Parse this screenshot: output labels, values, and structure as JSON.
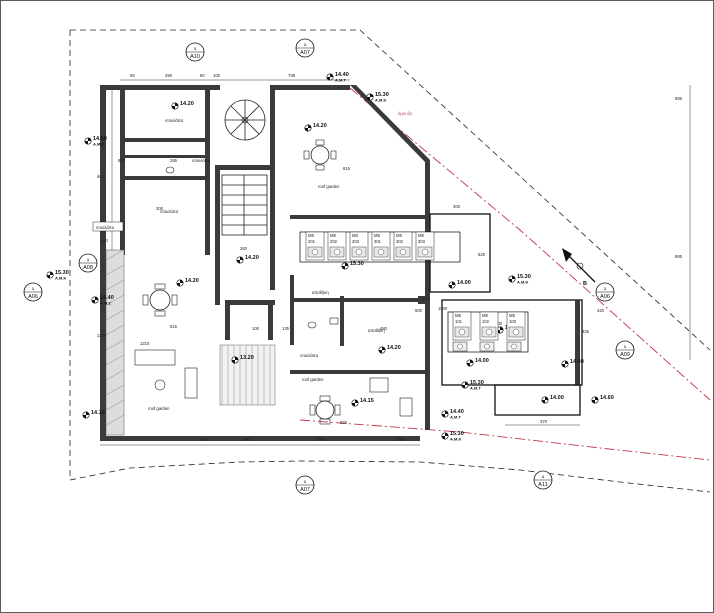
{
  "section_markers": [
    {
      "id": "A10",
      "num": "1"
    },
    {
      "id": "A07",
      "num": "1"
    },
    {
      "id": "A08",
      "num": "1"
    },
    {
      "id": "A06",
      "num": "1"
    },
    {
      "id": "A06",
      "num": "1"
    },
    {
      "id": "A09",
      "num": "1"
    },
    {
      "id": "A07",
      "num": "1"
    },
    {
      "id": "A11",
      "num": "1"
    }
  ],
  "levels": [
    {
      "value": "14.20",
      "sub": ""
    },
    {
      "value": "14.20",
      "sub": ""
    },
    {
      "value": "14.20",
      "sub": ""
    },
    {
      "value": "14.20",
      "sub": ""
    },
    {
      "value": "14.20",
      "sub": ""
    },
    {
      "value": "14.40",
      "sub": "A.M.T"
    },
    {
      "value": "15.30",
      "sub": "A.M.K"
    },
    {
      "value": "14.50",
      "sub": "A.M.Z"
    },
    {
      "value": "15.30",
      "sub": "A.M.K"
    },
    {
      "value": "14.40",
      "sub": "A.M.Z"
    },
    {
      "value": "13.20",
      "sub": ""
    },
    {
      "value": "14.10",
      "sub": ""
    },
    {
      "value": "15.30",
      "sub": ""
    },
    {
      "value": "15.30",
      "sub": "A.M.K"
    },
    {
      "value": "14.00",
      "sub": ""
    },
    {
      "value": "14.00",
      "sub": ""
    },
    {
      "value": "14.00",
      "sub": ""
    },
    {
      "value": "14.40",
      "sub": ""
    },
    {
      "value": "15.30",
      "sub": "A.M.T"
    },
    {
      "value": "14.00",
      "sub": ""
    },
    {
      "value": "14.60",
      "sub": ""
    },
    {
      "value": "14.40",
      "sub": "A.M.T"
    },
    {
      "value": "15.30",
      "sub": "A.M.K"
    },
    {
      "value": "14.15",
      "sub": ""
    }
  ],
  "room_labels": [
    "roof garden",
    "roof garden",
    "roof garden",
    "ντουλάπα",
    "ντουλάπα",
    "ντουλάπα",
    "αποθήκη",
    "ντουλάπα",
    "αποθήκη",
    "duct",
    "duct",
    "duct"
  ],
  "dimensions": [
    "65",
    "290",
    "60",
    "105",
    "738",
    "820",
    "295",
    "300",
    "815",
    "260",
    "515",
    "100",
    "135",
    "480",
    "1210",
    "190",
    "260",
    "985",
    "1035",
    "500",
    "625",
    "825",
    "300",
    "600",
    "370",
    "1000",
    "885",
    "885",
    "420",
    "835",
    "1120"
  ],
  "unit_tags": [
    "101",
    "102",
    "103",
    "201",
    "202",
    "203",
    "301",
    "302",
    "303",
    "101",
    "102",
    "103"
  ],
  "panel_titles": [
    "ΜΕ",
    "ΜΕ",
    "ΜΕ",
    "ΜΕ",
    "ΜΕ",
    "ΜΕ",
    "ΜΕ",
    "ΜΕ",
    "ΜΕ"
  ],
  "annotations": {
    "red_line": "όριο δρ.",
    "north_mark": "B",
    "small_box": "ντουλάπα"
  }
}
